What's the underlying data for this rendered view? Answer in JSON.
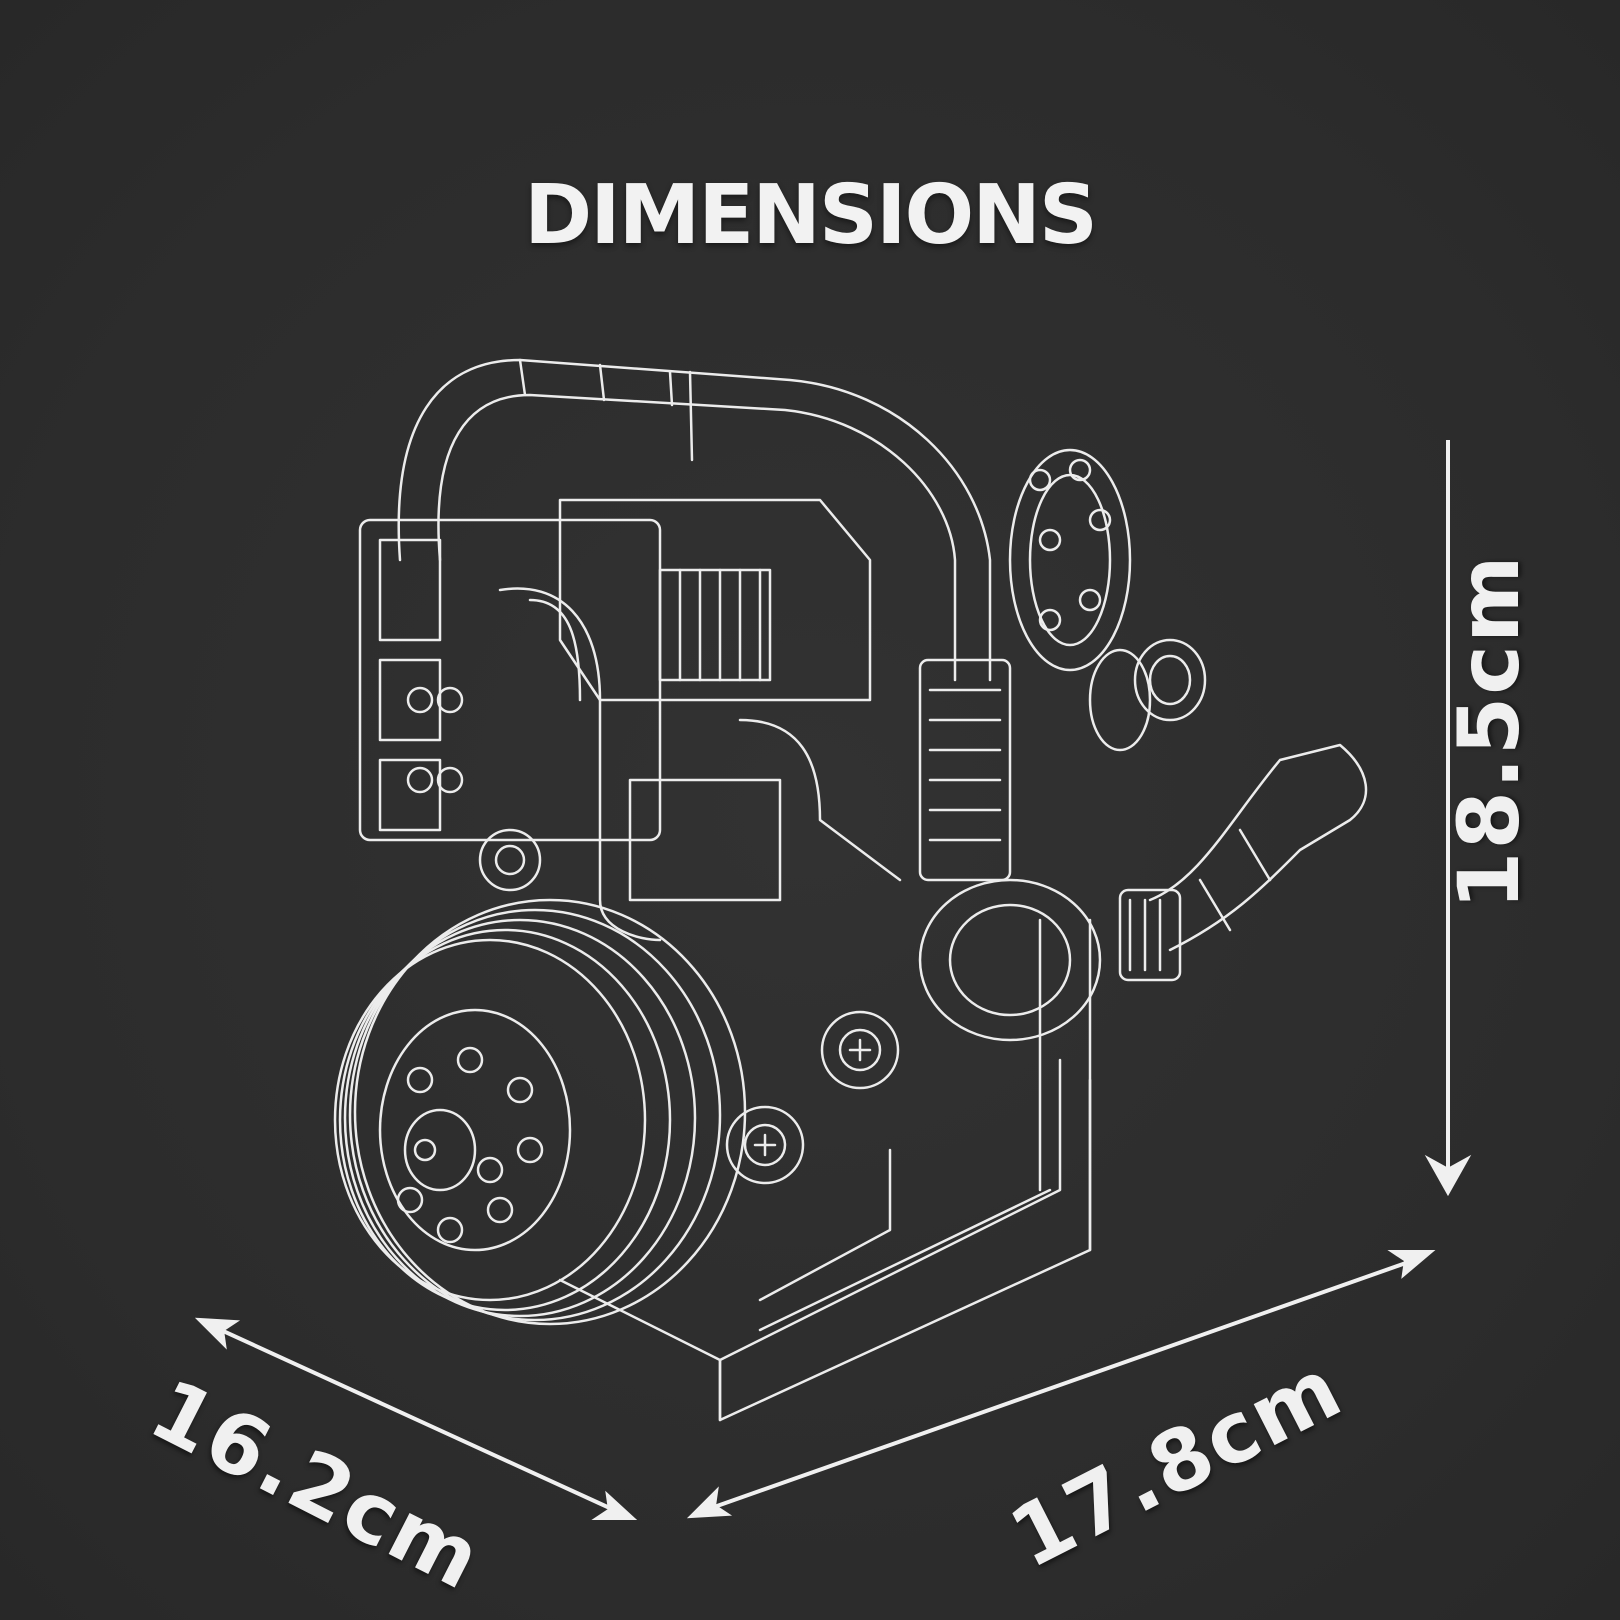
{
  "title": "DIMENSIONS",
  "product": {
    "illustration": "engine-line-drawing",
    "style": "white outline on dark background"
  },
  "dimensions": {
    "height": {
      "value": 18.5,
      "unit": "cm",
      "label": "18.5cm",
      "orientation": "vertical"
    },
    "depth": {
      "value": 16.2,
      "unit": "cm",
      "label": "16.2cm",
      "orientation": "diagonal-left"
    },
    "width": {
      "value": 17.8,
      "unit": "cm",
      "label": "17.8cm",
      "orientation": "diagonal-right"
    }
  },
  "colors": {
    "background": "#2e2e2e",
    "foreground": "#f2f2f2"
  }
}
